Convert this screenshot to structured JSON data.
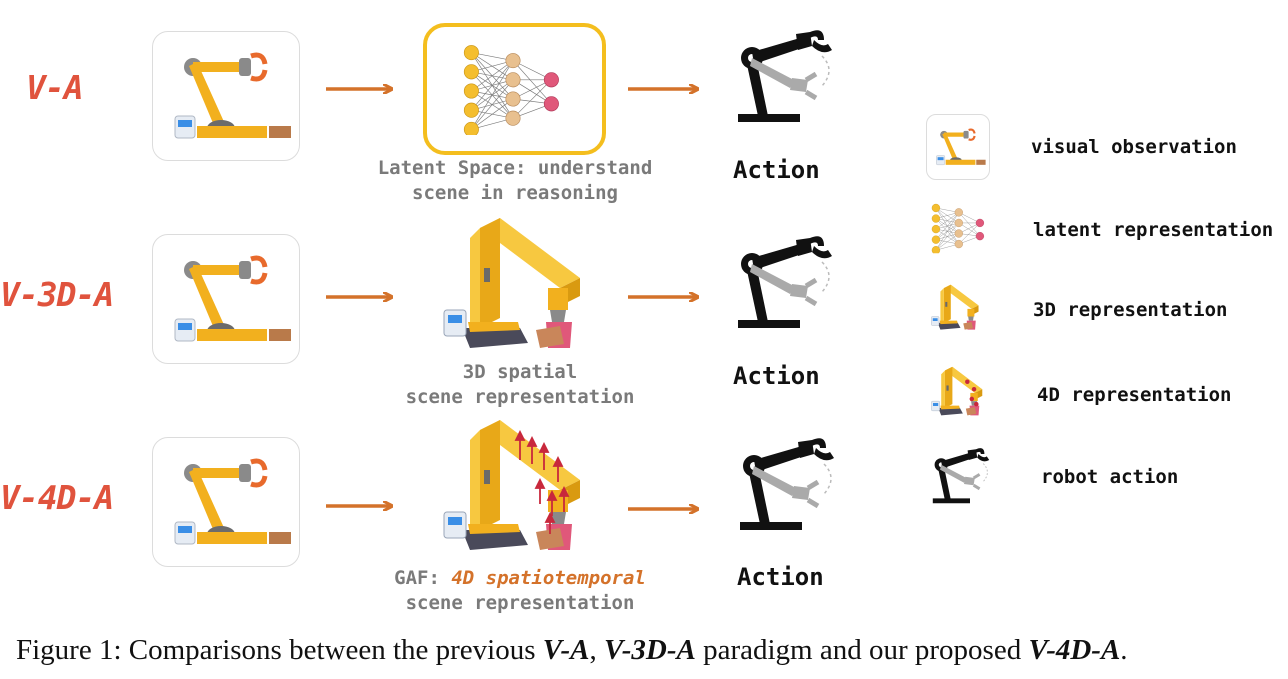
{
  "rows": [
    {
      "paradigm": "V-A",
      "caption_line1": "Latent Space: understand",
      "caption_line2": "scene in reasoning",
      "action": "Action"
    },
    {
      "paradigm": "V-3D-A",
      "caption_line1": "3D spatial",
      "caption_line2": "scene representation",
      "action": "Action"
    },
    {
      "paradigm": "V-4D-A",
      "caption_line1_prefix": "GAF: ",
      "caption_line1_highlight": "4D spatiotemporal",
      "caption_line2": "scene representation",
      "action": "Action"
    }
  ],
  "legend": [
    {
      "label": "visual observation",
      "icon": "robot-arm-thumbnail-icon"
    },
    {
      "label": "latent representation",
      "icon": "neural-network-icon"
    },
    {
      "label": "3D representation",
      "icon": "3d-robot-icon"
    },
    {
      "label": "4D representation",
      "icon": "4d-robot-icon"
    },
    {
      "label": "robot action",
      "icon": "robot-action-icon"
    }
  ],
  "figure_caption": {
    "prefix": "Figure 1: Comparisons between the previous ",
    "va": "V-A",
    "comma": ", ",
    "v3da": "V-3D-A",
    "middle": " paradigm and our proposed ",
    "v4da": "V-4D-A",
    "end": "."
  },
  "colors": {
    "paradigm": "#e0533d",
    "arrow": "#d4722a",
    "highlight_box": "#f4be1e",
    "robot_yellow": "#f2b01e"
  }
}
